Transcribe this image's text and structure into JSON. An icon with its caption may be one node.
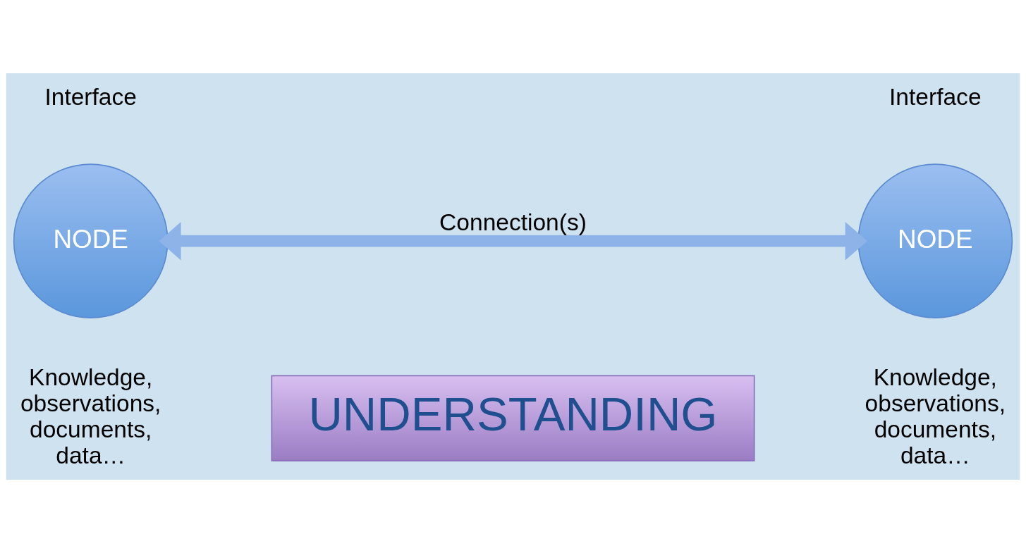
{
  "diagram": {
    "nodes": [
      {
        "text": [
          "NODE"
        ],
        "beside": [
          "Interface",
          "Knowledge, observations, documents, data…"
        ]
      },
      {
        "text": [
          "NODE"
        ],
        "beside": [
          "Interface",
          "Knowledge, observations, documents, data…"
        ]
      },
      {
        "text": [
          "UNDERSTANDING"
        ]
      }
    ],
    "edges": [
      {
        "from": 0,
        "to": 1,
        "arrow": "both",
        "label": "Connection(s)",
        "color": "#8db3e8"
      }
    ]
  }
}
